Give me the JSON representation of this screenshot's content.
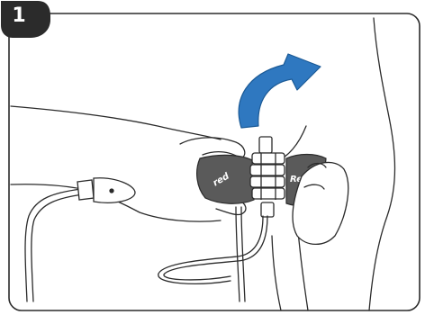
{
  "step": {
    "number": "1"
  },
  "labels": {
    "left_sensor": "red",
    "right_sensor": "Red"
  },
  "colors": {
    "outline": "#2b2b2b",
    "arrow": "#2f78c0",
    "arrow_dark": "#1b5a96",
    "sensor": "#555555",
    "badge": "#2b2b2b"
  },
  "icons": {
    "direction": "curved-arrow-icon"
  }
}
